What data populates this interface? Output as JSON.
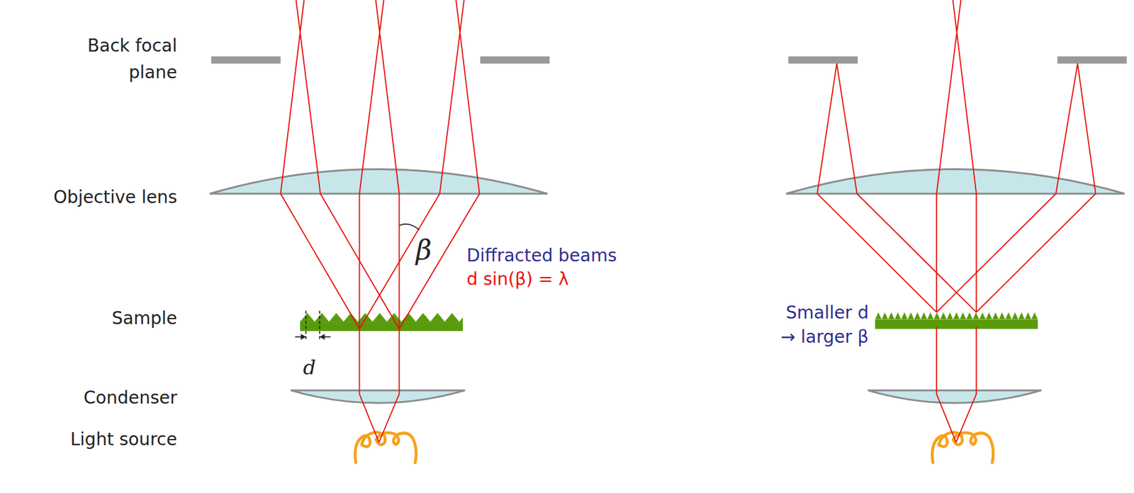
{
  "diagram": {
    "labels": [
      "Back focal plane",
      "Objective lens",
      "Sample",
      "Condenser",
      "Light source",
      "β",
      "Diffracted beams",
      "d sin(β) = λ",
      "d",
      "Smaller d",
      "→ larger β"
    ]
  }
}
